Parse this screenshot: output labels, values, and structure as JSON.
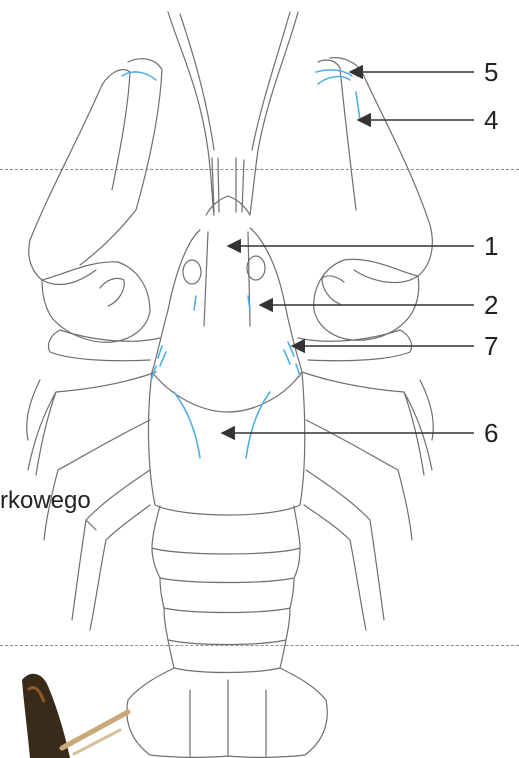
{
  "labels": [
    {
      "id": "label-1",
      "text": "1"
    },
    {
      "id": "label-2",
      "text": "2"
    },
    {
      "id": "label-4",
      "text": "4"
    },
    {
      "id": "label-5",
      "text": "5"
    },
    {
      "id": "label-6",
      "text": "6"
    },
    {
      "id": "label-7",
      "text": "7"
    }
  ],
  "side_text": "rkowego",
  "colors": {
    "outline": "#6f6f6f",
    "highlight": "#4fb0e6",
    "leader": "#333333",
    "dashed_line": "#8c8c8c"
  }
}
